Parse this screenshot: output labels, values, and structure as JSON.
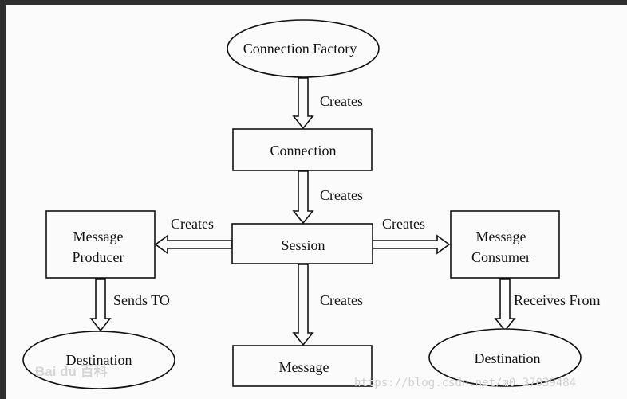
{
  "diagram": {
    "nodes": {
      "connection_factory": "Connection Factory",
      "connection": "Connection",
      "session": "Session",
      "message_producer": [
        "Message",
        "Producer"
      ],
      "message_consumer": [
        "Message",
        "Consumer"
      ],
      "message": "Message",
      "destination_left": "Destination",
      "destination_right": "Destination"
    },
    "edges": {
      "factory_to_connection": "Creates",
      "connection_to_session": "Creates",
      "session_to_producer": "Creates",
      "session_to_consumer": "Creates",
      "session_to_message": "Creates",
      "producer_to_destination": "Sends TO",
      "consumer_to_destination": "Receives From"
    }
  },
  "watermark": {
    "url": "https://blog.csdn.net/m0_37039484",
    "logo": "Bai du 百科"
  },
  "colors": {
    "line": "#111111",
    "background": "#fbfbfb",
    "frame": "#2f2f2f"
  }
}
